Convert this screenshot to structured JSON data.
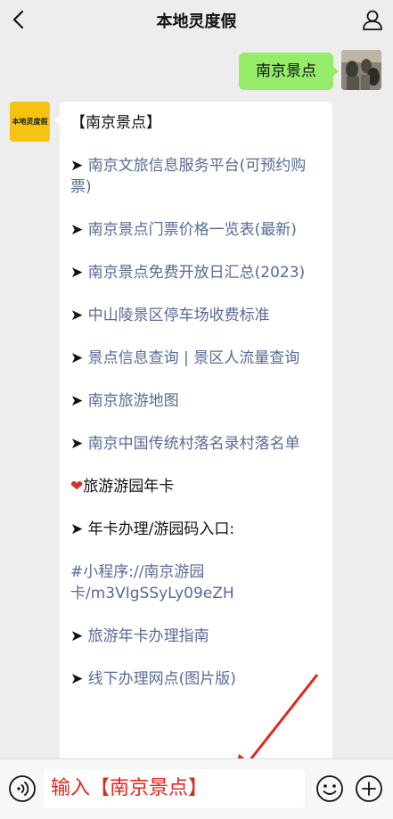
{
  "header": {
    "title": "本地灵度假",
    "back_icon": "chevron-left-icon",
    "profile_icon": "person-icon"
  },
  "outgoing_message": {
    "text": "南京景点"
  },
  "bot": {
    "avatar_text": "本地灵度假"
  },
  "incoming_message": {
    "heading": "【南京景点】",
    "items": [
      {
        "prefix": "➤ ",
        "text": "南京文旅信息服务平台(可预约购票)",
        "link": true
      },
      {
        "prefix": "➤ ",
        "text": "南京景点门票价格一览表(最新)",
        "link": true
      },
      {
        "prefix": "➤ ",
        "text": "南京景点免费开放日汇总(2023)",
        "link": true
      },
      {
        "prefix": "➤ ",
        "text": "中山陵景区停车场收费标准",
        "link": true
      },
      {
        "prefix": "➤ ",
        "text": "景点信息查询 | 景区人流量查询",
        "link": true
      },
      {
        "prefix": "➤ ",
        "text": "南京旅游地图",
        "link": true
      },
      {
        "prefix": "➤ ",
        "text": "南京中国传统村落名录村落名单",
        "link": true
      }
    ],
    "section2_heading": "旅游游园年卡",
    "card_entry": "➤ 年卡办理/游园码入口:",
    "mini_program": "#小程序://南京游园卡/m3VIgSSyLy09eZH",
    "items2": [
      {
        "prefix": "➤ ",
        "text": "旅游年卡办理指南",
        "link": true
      },
      {
        "prefix": "➤ ",
        "text": "线下办理网点(图片版)",
        "link": true
      }
    ]
  },
  "bottom_bar": {
    "input_text": "输入【南京景点】",
    "voice_icon": "voice-icon",
    "emoji_icon": "emoji-icon",
    "plus_icon": "plus-icon"
  },
  "colors": {
    "link": "#576b95",
    "outgoing_bubble": "#95ec69",
    "annotation_red": "#e0271f"
  }
}
